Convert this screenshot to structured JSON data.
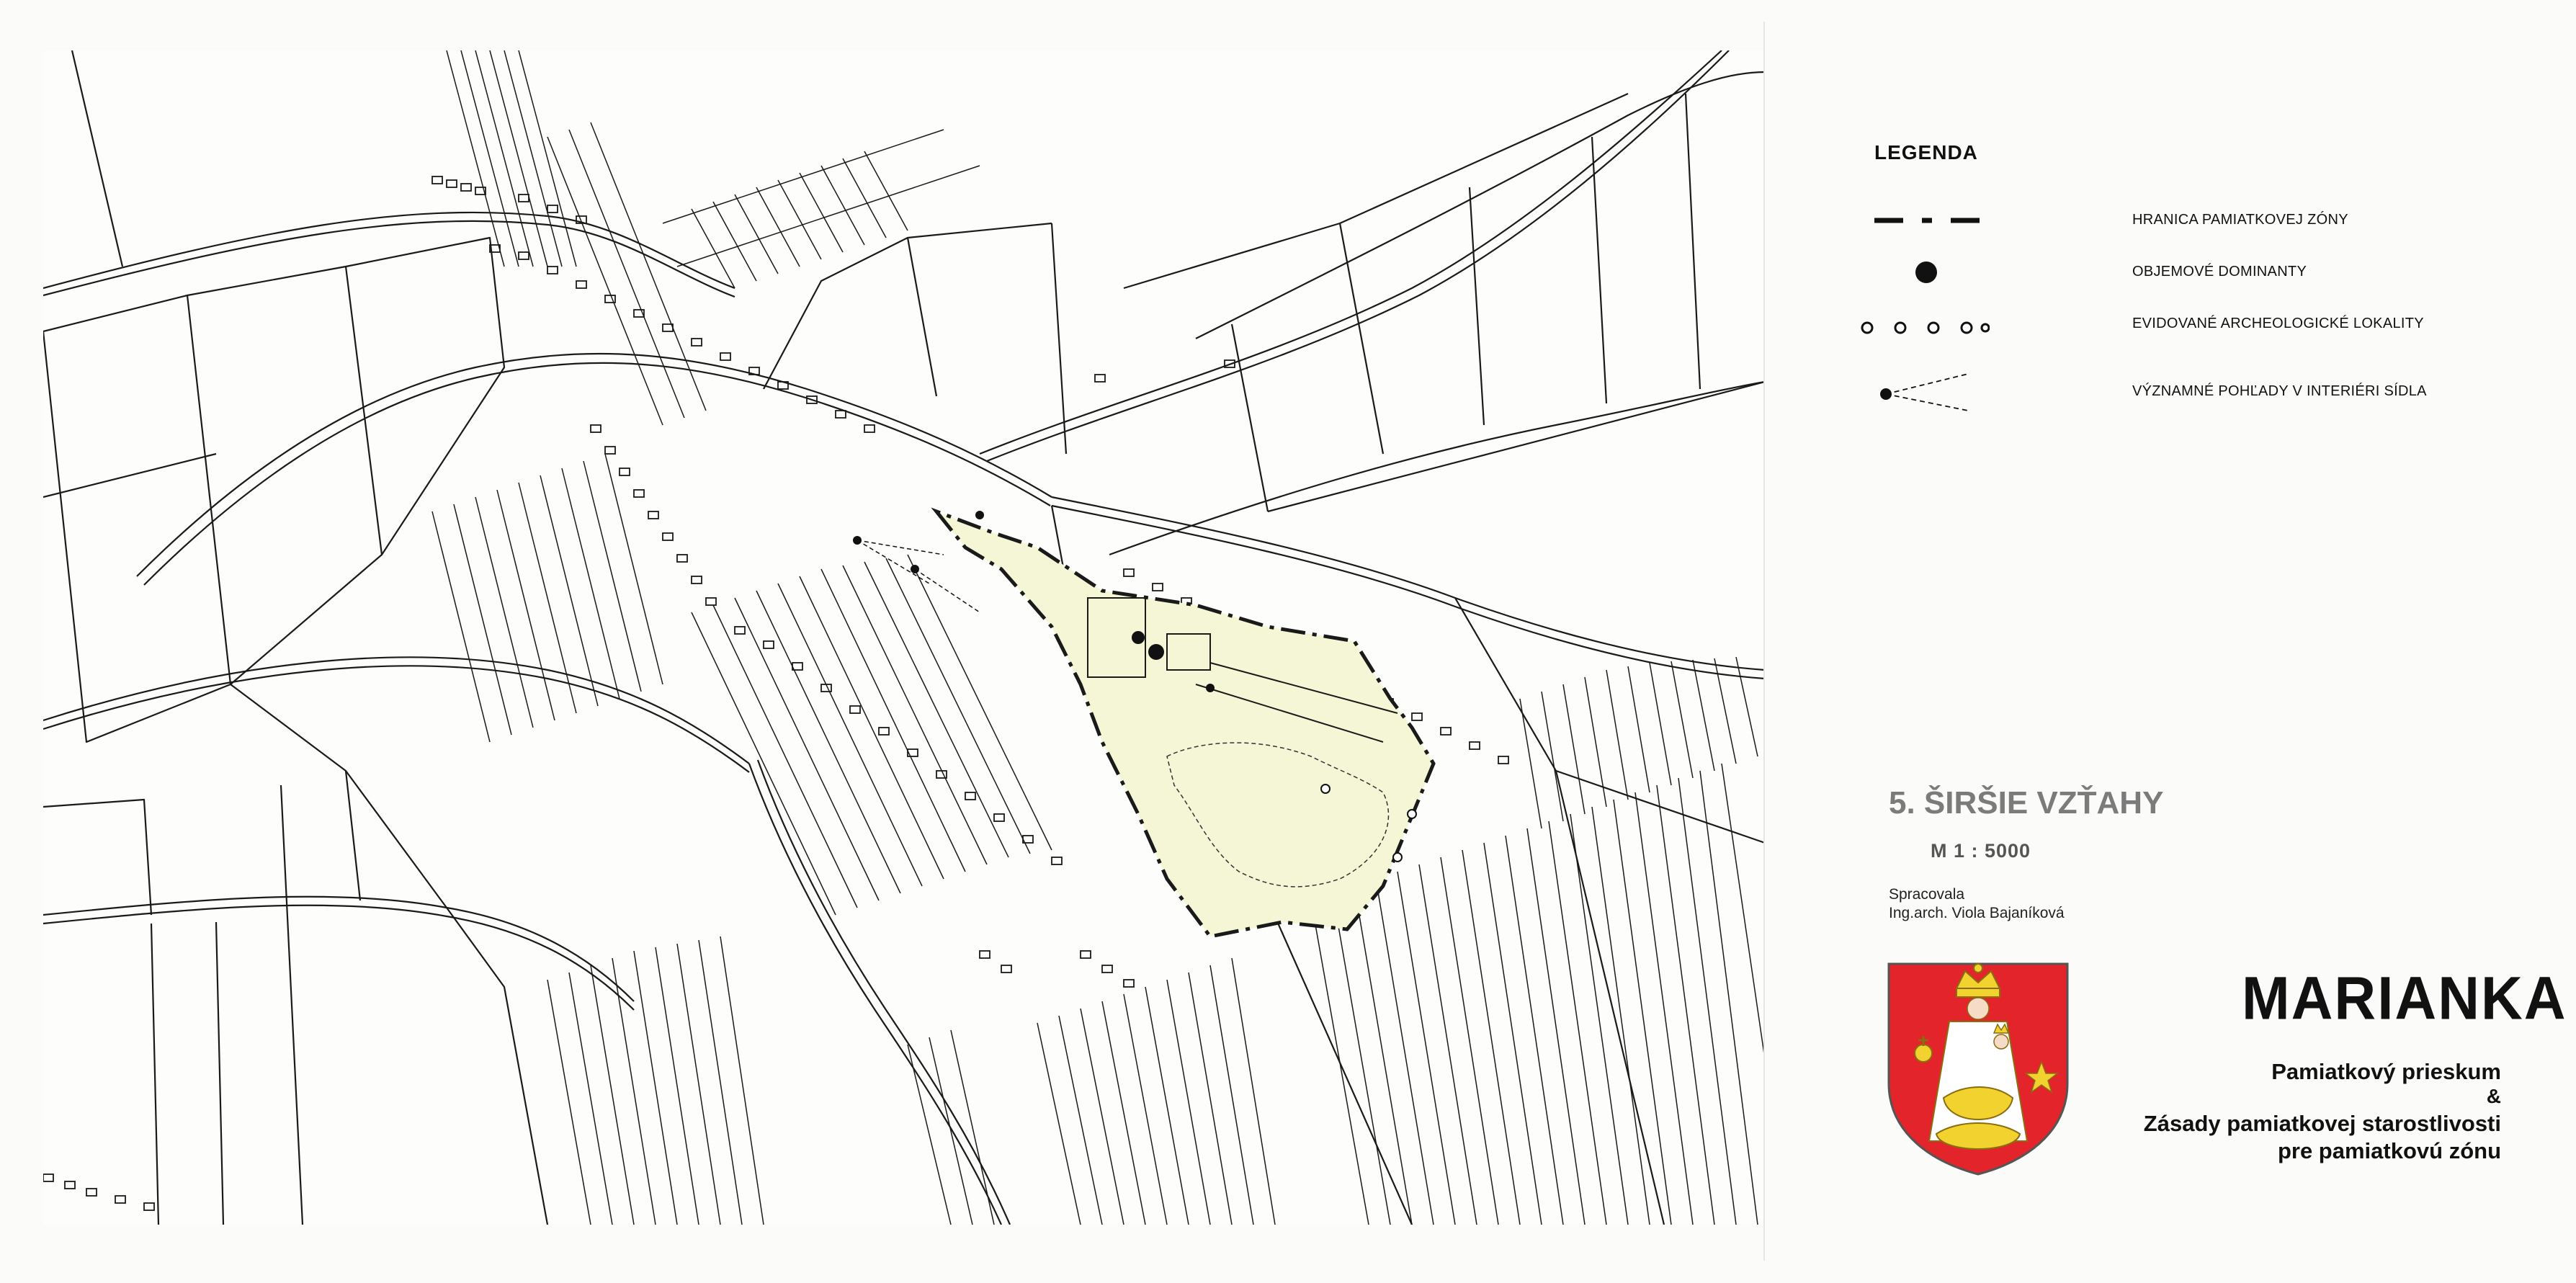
{
  "legend": {
    "title": "LEGENDA",
    "items": [
      {
        "symbol": "dash-dot-line",
        "label": "HRANICA PAMIATKOVEJ ZÓNY"
      },
      {
        "symbol": "filled-dot",
        "label": "OBJEMOVÉ DOMINANTY"
      },
      {
        "symbol": "circles-row",
        "label": "EVIDOVANÉ ARCHEOLOGICKÉ LOKALITY"
      },
      {
        "symbol": "viewpoint-rays",
        "label": "VÝZNAMNÉ POHĽADY V INTERIÉRI SÍDLA"
      }
    ]
  },
  "sheet": {
    "title": "5. ŠIRŠIE VZŤAHY",
    "scale": "M  1 : 5000",
    "author_label": "Spracovala",
    "author_name": "Ing.arch. Viola Bajaníková"
  },
  "project": {
    "town": "MARIANKA",
    "line1": "Pamiatkový prieskum",
    "line2": "&",
    "line3": "Zásady pamiatkovej starostlivosti",
    "line4": "pre pamiatkovú zónu"
  },
  "colors": {
    "zone_fill": "#f4f6d6",
    "line": "#1a1a1a",
    "coat_red": "#e3242b",
    "coat_gold": "#f2d22e"
  }
}
